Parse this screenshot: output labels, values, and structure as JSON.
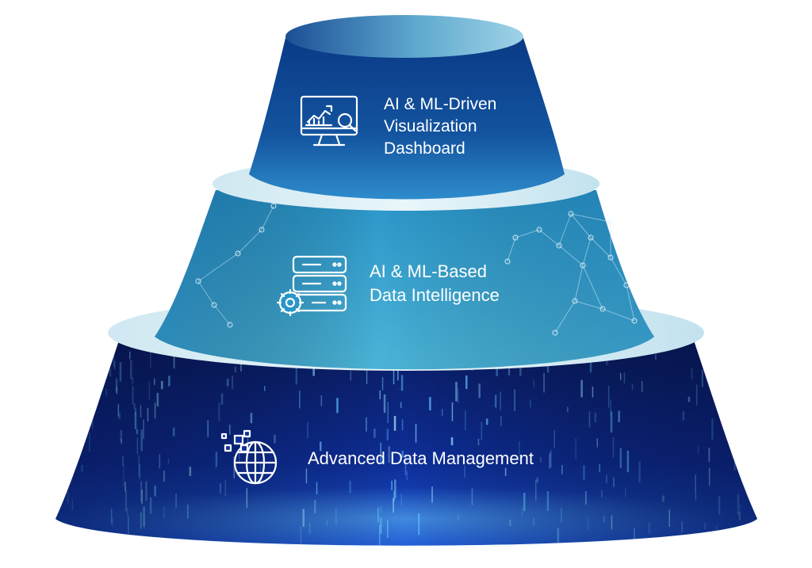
{
  "tiers": [
    {
      "id": "top",
      "label_lines": [
        "AI & ML-Driven",
        "Visualization",
        "Dashboard"
      ],
      "icon": "monitor-analytics-icon"
    },
    {
      "id": "middle",
      "label_lines": [
        "AI & ML-Based",
        "Data Intelligence"
      ],
      "icon": "server-gear-icon"
    },
    {
      "id": "bottom",
      "label_lines": [
        "Advanced Data Management"
      ],
      "icon": "globe-data-icon"
    }
  ],
  "colors": {
    "top_dark": "#0b3c86",
    "top_light": "#2a86c4",
    "middle_dark": "#1a7fb8",
    "middle_light": "#4fb7d9",
    "bottom_dark": "#0a1f6e",
    "bottom_light": "#1a4fc8",
    "rim": "#d8eef5",
    "rim_shadow": "#a9d6e6"
  }
}
